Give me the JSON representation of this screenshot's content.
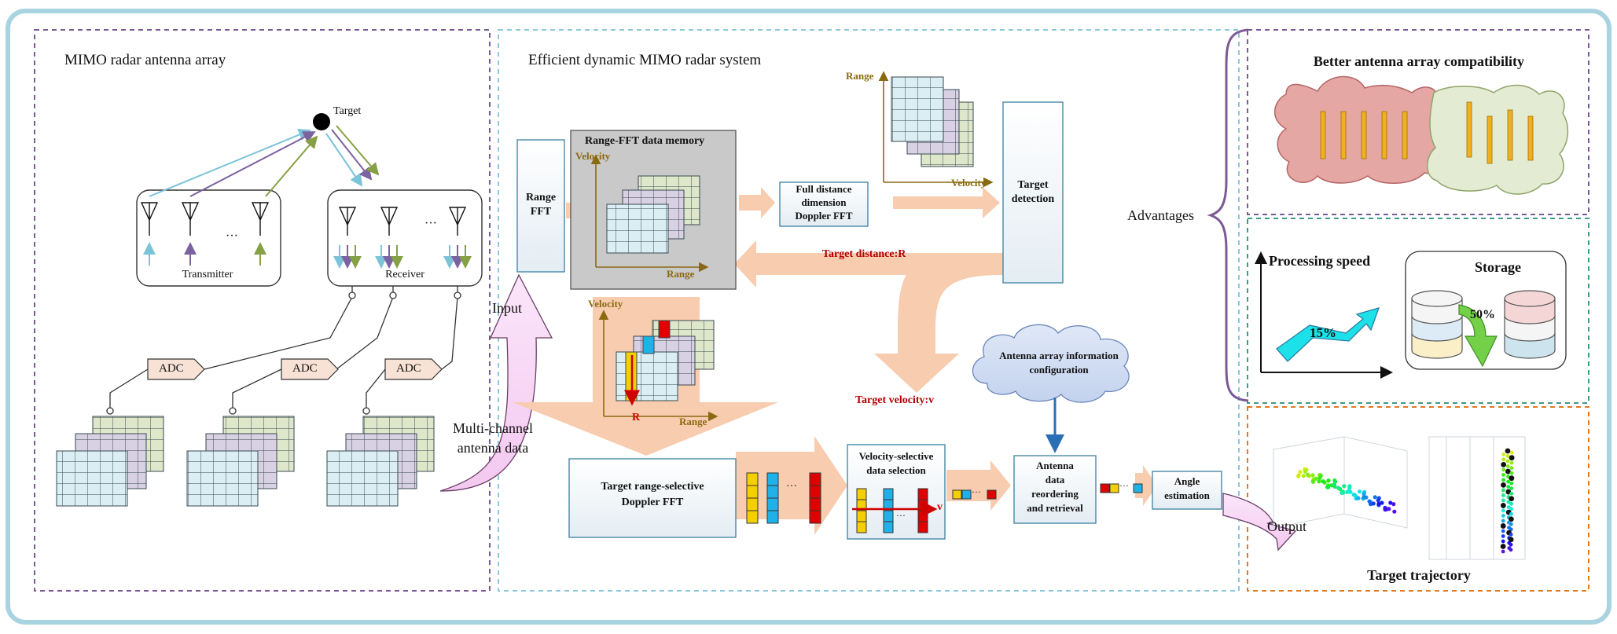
{
  "panels": {
    "left_title": "MIMO radar antenna array",
    "middle_title": "Efficient dynamic MIMO radar system"
  },
  "antenna": {
    "target": "Target",
    "transmitter": "Transmitter",
    "receiver": "Receiver",
    "ellipsis": "···",
    "adc": "ADC",
    "multichannel_line1": "Multi-channel",
    "multichannel_line2": "antenna data",
    "input": "Input"
  },
  "pipeline": {
    "range_fft_line1": "Range",
    "range_fft_line2": "FFT",
    "memory_title": "Range-FFT data memory",
    "velocity": "Velocity",
    "range": "Range",
    "full_dist_line1": "Full distance",
    "full_dist_line2": "dimension",
    "full_dist_line3": "Doppler FFT",
    "target_detection_line1": "Target",
    "target_detection_line2": "detection",
    "target_distance": "Target distance:R",
    "target_velocity": "Target velocity:v",
    "r_marker": "R",
    "v_marker": "v",
    "antenna_info_line1": "Antenna array information",
    "antenna_info_line2": "configuration",
    "range_selective_line1": "Target range-selective",
    "range_selective_line2": "Doppler FFT",
    "velocity_selective_line1": "Velocity-selective",
    "velocity_selective_line2": "data selection",
    "reorder_line1": "Antenna",
    "reorder_line2": "data",
    "reorder_line3": "reordering",
    "reorder_line4": "and retrieval",
    "angle_line1": "Angle",
    "angle_line2": "estimation",
    "output": "Output"
  },
  "advantages": {
    "label": "Advantages",
    "compat_title": "Better antenna array compatibility",
    "processing_speed": "Processing speed",
    "speed_gain": "15%",
    "storage": "Storage",
    "storage_gain": "50%",
    "trajectory_title": "Target trajectory"
  },
  "colors": {
    "outer_frame": "#a9d3e0",
    "left_frame": "#7b5a95",
    "middle_frame": "#8cc8dc",
    "green_frame": "#3f9a8a",
    "orange_frame": "#e07a20",
    "flow_arrow": "#f8ccaf",
    "grid_cyan": "#dbeef3",
    "grid_purple": "#d8d0e3",
    "grid_green": "#dfe7cb",
    "accent_red": "#b40000"
  }
}
